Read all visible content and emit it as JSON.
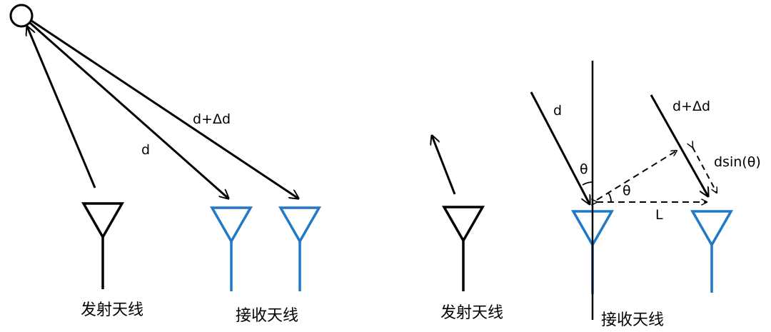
{
  "colors": {
    "transmit": "#000000",
    "receive": "#1f78c8",
    "arrow": "#000000"
  },
  "left_panel": {
    "transmit_label": "发射天线",
    "receive_label": "接收天线",
    "path_d_label": "d",
    "path_dd_label": "d+Δd"
  },
  "right_panel": {
    "transmit_label": "发射天线",
    "receive_label": "接收天线",
    "d_label": "d",
    "dd_label": "d+Δd",
    "theta_label_1": "θ",
    "theta_label_2": "θ",
    "l_label": "L",
    "dsin_label": "dsin(θ)"
  }
}
